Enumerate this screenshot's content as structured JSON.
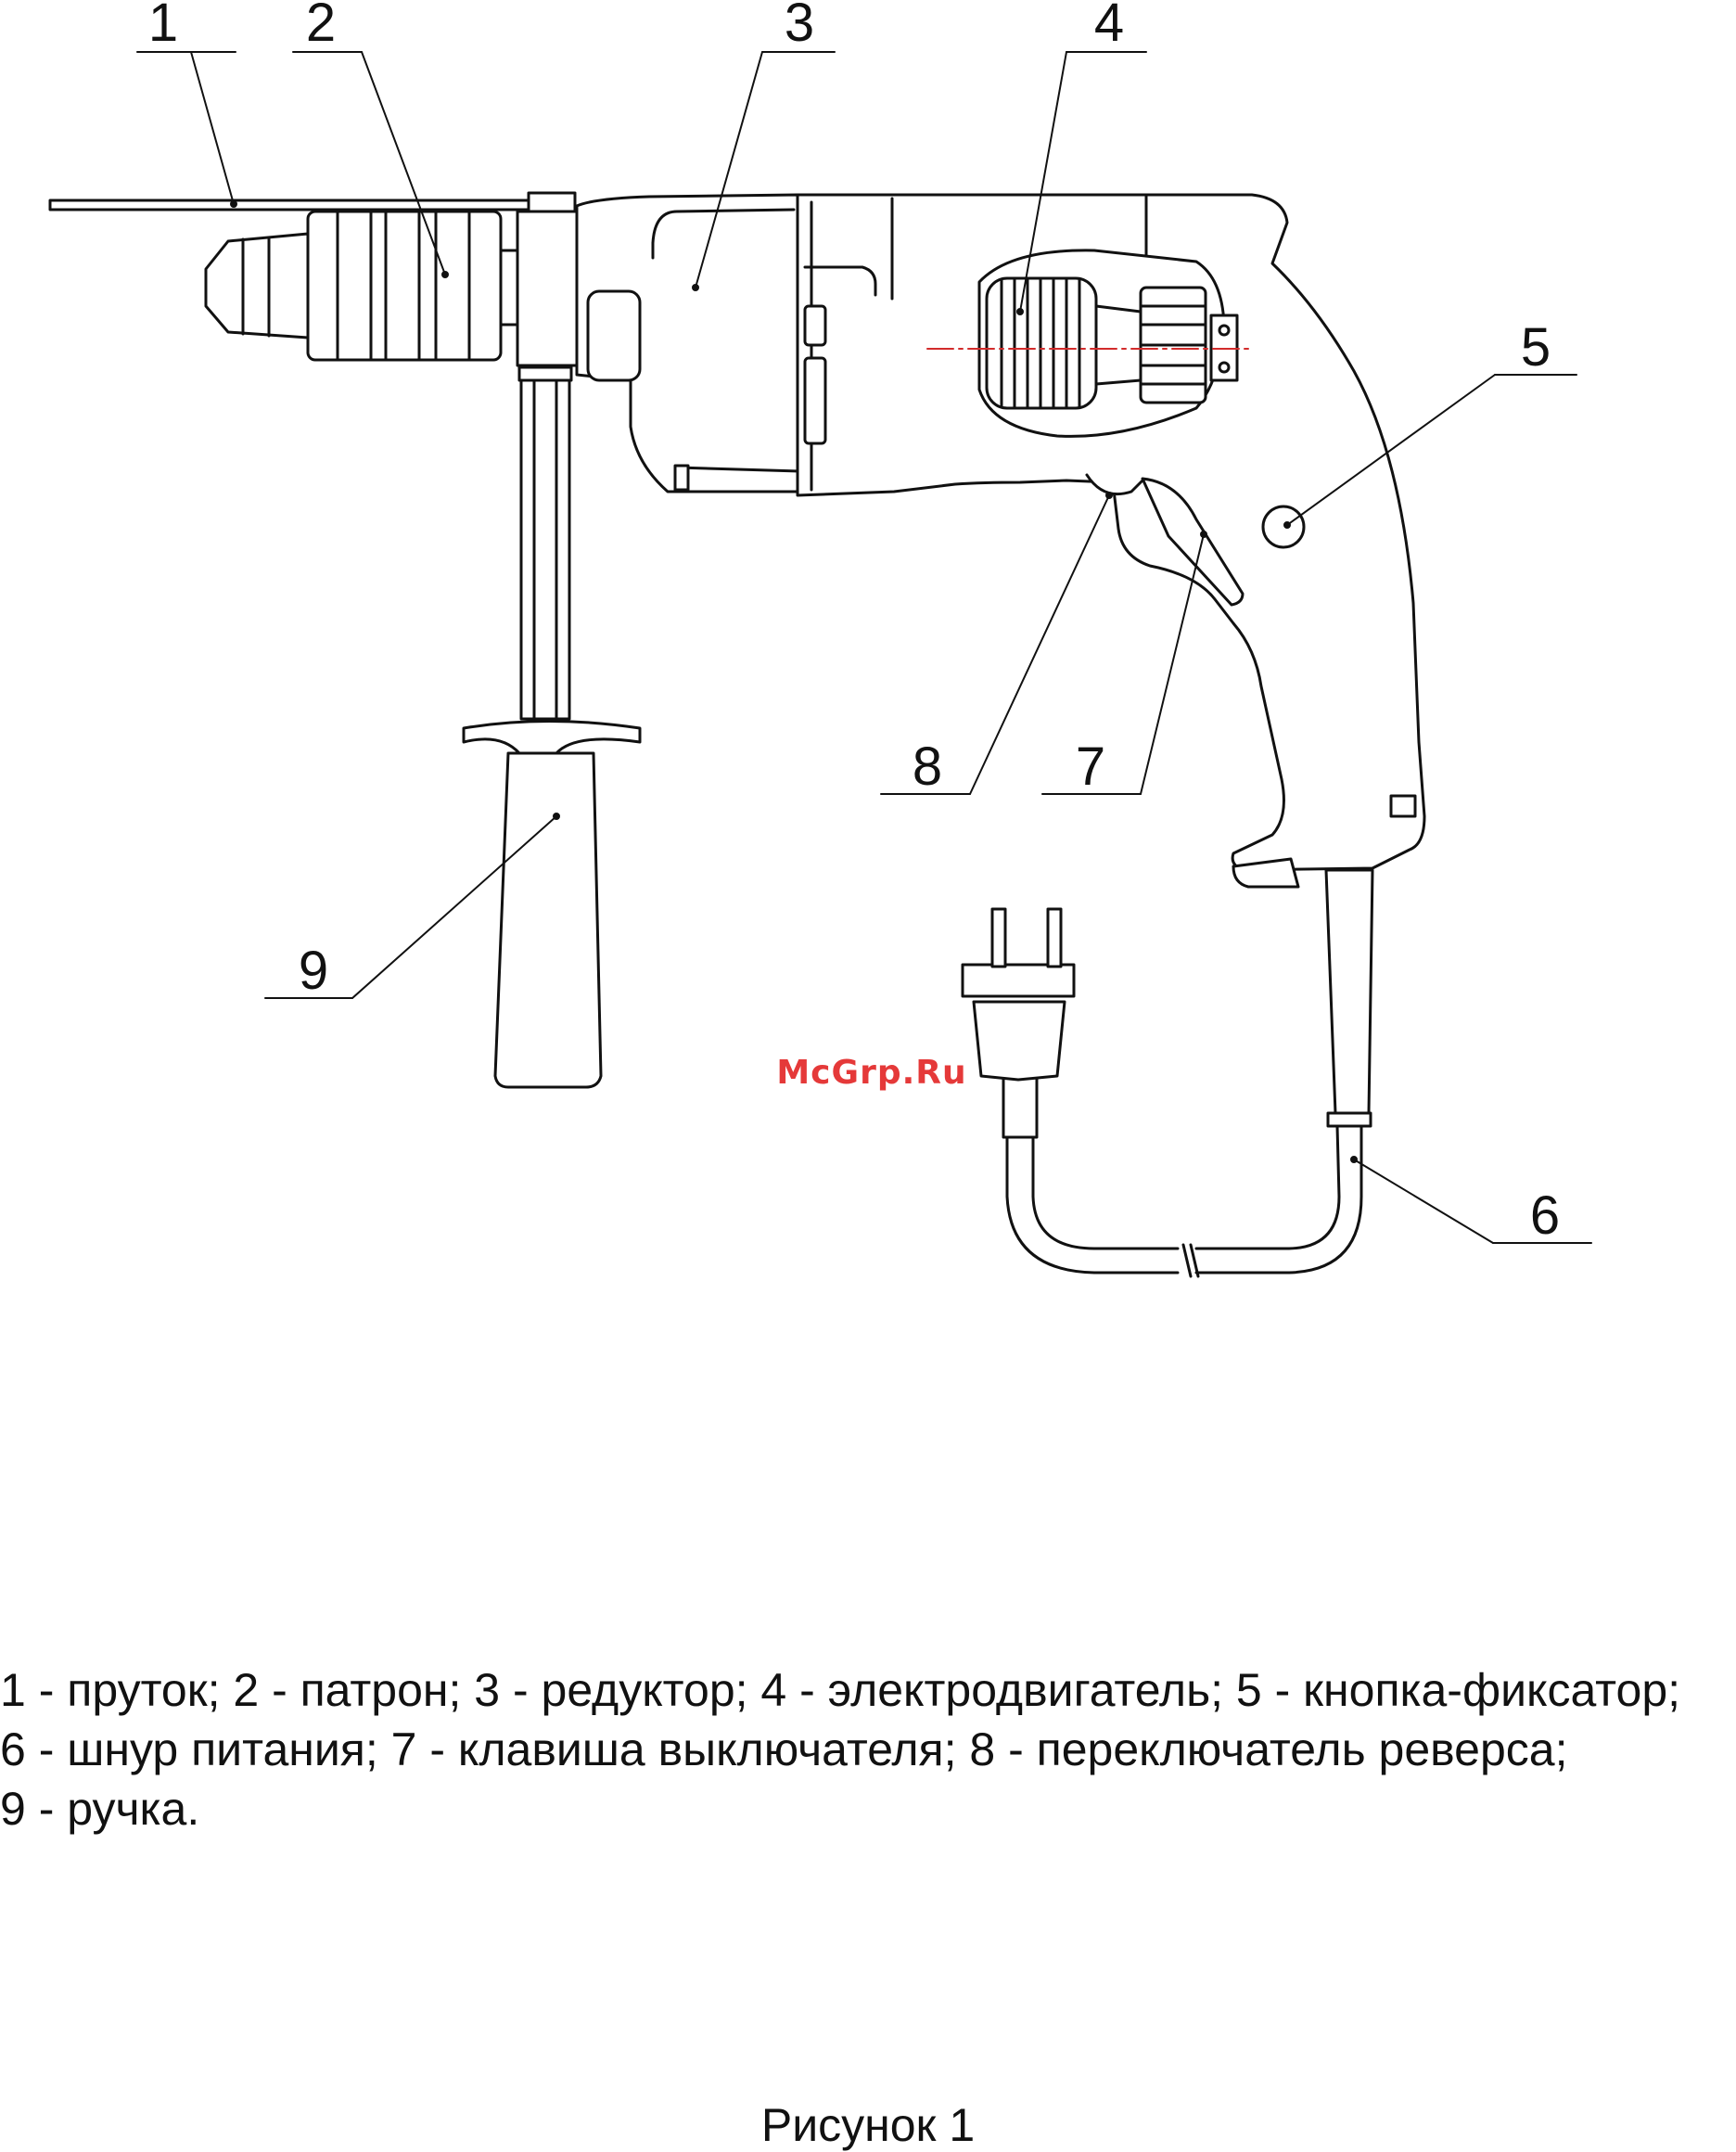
{
  "callouts": {
    "c1": "1",
    "c2": "2",
    "c3": "3",
    "c4": "4",
    "c5": "5",
    "c6": "6",
    "c7": "7",
    "c8": "8",
    "c9": "9"
  },
  "watermark": "McGrp.Ru",
  "legend": {
    "line1": "1 - пруток; 2 - патрон; 3 - редуктор; 4 - электродвигатель; 5 - кнопка-фиксатор;",
    "line2": "6 - шнур питания; 7 - клавиша выключателя; 8 - переключатель реверса;",
    "line3": "9 - ручка."
  },
  "caption": "Рисунок 1",
  "colors": {
    "line": "#111111",
    "axis": "#d22b2b",
    "watermark": "#e53939"
  }
}
